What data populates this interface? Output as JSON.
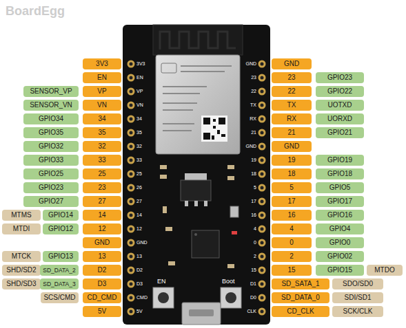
{
  "diagram": {
    "nodes": [
      {
        "text": [
          "3V3"
        ]
      },
      {
        "text": [
          "GND"
        ]
      },
      {
        "text": [
          "EN"
        ]
      },
      {
        "text": [
          "23"
        ]
      },
      {
        "text": [
          "GPIO23"
        ]
      },
      {
        "text": [
          "SENSOR_VP"
        ]
      },
      {
        "text": [
          "VP"
        ]
      },
      {
        "text": [
          "22"
        ]
      },
      {
        "text": [
          "GPIO22"
        ]
      },
      {
        "text": [
          "SENSOR_VN"
        ]
      },
      {
        "text": [
          "VN"
        ]
      },
      {
        "text": [
          "TX"
        ]
      },
      {
        "text": [
          "UOTXD"
        ]
      },
      {
        "text": [
          "GPIO34"
        ]
      },
      {
        "text": [
          "34"
        ]
      },
      {
        "text": [
          "RX"
        ]
      },
      {
        "text": [
          "UORXD"
        ]
      },
      {
        "text": [
          "GPIO35"
        ]
      },
      {
        "text": [
          "35"
        ]
      },
      {
        "text": [
          "21"
        ]
      },
      {
        "text": [
          "GPIO21"
        ]
      },
      {
        "text": [
          "GPIO32"
        ]
      },
      {
        "text": [
          "32"
        ]
      },
      {
        "text": [
          "GND"
        ]
      },
      {
        "text": [
          "GPIO33"
        ]
      },
      {
        "text": [
          "33"
        ]
      },
      {
        "text": [
          "19"
        ]
      },
      {
        "text": [
          "GPIO19"
        ]
      },
      {
        "text": [
          "GPIO25"
        ]
      },
      {
        "text": [
          "25"
        ]
      },
      {
        "text": [
          "18"
        ]
      },
      {
        "text": [
          "GPIO18"
        ]
      },
      {
        "text": [
          "GPIO23"
        ]
      },
      {
        "text": [
          "23"
        ]
      },
      {
        "text": [
          "5"
        ]
      },
      {
        "text": [
          "GPIO5"
        ]
      },
      {
        "text": [
          "GPIO27"
        ]
      },
      {
        "text": [
          "27"
        ]
      },
      {
        "text": [
          "17"
        ]
      },
      {
        "text": [
          "GPIO17"
        ]
      },
      {
        "text": [
          "MTMS"
        ]
      },
      {
        "text": [
          "GPIO14"
        ]
      },
      {
        "text": [
          "14"
        ]
      },
      {
        "text": [
          "16"
        ]
      },
      {
        "text": [
          "GPIO16"
        ]
      },
      {
        "text": [
          "MTDI"
        ]
      },
      {
        "text": [
          "GPIO12"
        ]
      },
      {
        "text": [
          "12"
        ]
      },
      {
        "text": [
          "4"
        ]
      },
      {
        "text": [
          "GPIO4"
        ]
      },
      {
        "text": [
          "GND"
        ]
      },
      {
        "text": [
          "0"
        ]
      },
      {
        "text": [
          "GPIO0"
        ]
      },
      {
        "text": [
          "MTCK"
        ]
      },
      {
        "text": [
          "GPIO13"
        ]
      },
      {
        "text": [
          "13"
        ]
      },
      {
        "text": [
          "2"
        ]
      },
      {
        "text": [
          "GPIO02"
        ]
      },
      {
        "text": [
          "SHD/SD2"
        ]
      },
      {
        "text": [
          "SD_DATA_2"
        ]
      },
      {
        "text": [
          "D2"
        ]
      },
      {
        "text": [
          "15"
        ]
      },
      {
        "text": [
          "GPIO15"
        ]
      },
      {
        "text": [
          "MTDO"
        ]
      },
      {
        "text": [
          "SHD/SD3"
        ]
      },
      {
        "text": [
          "SD_DATA_3"
        ]
      },
      {
        "text": [
          "D3"
        ]
      },
      {
        "text": [
          "SD_SATA_1"
        ]
      },
      {
        "text": [
          "SDO/SD0"
        ]
      },
      {
        "text": [
          "SCS/CMD"
        ]
      },
      {
        "text": [
          "CD_CMD"
        ]
      },
      {
        "text": [
          "SD_DATA_0"
        ]
      },
      {
        "text": [
          "SDI/SD1"
        ]
      },
      {
        "text": [
          "5V"
        ]
      },
      {
        "text": [
          "CD_CLK"
        ]
      },
      {
        "text": [
          "SCK/CLK"
        ]
      }
    ],
    "labels": [
      "BoardEgg",
      "3V3",
      "EN",
      "VP",
      "VN",
      "34",
      "35",
      "32",
      "33",
      "25",
      "26",
      "27",
      "14",
      "12",
      "GND",
      "13",
      "D2",
      "D3",
      "CMD",
      "5V",
      "GND",
      "23",
      "22",
      "TX",
      "RX",
      "21",
      "GND",
      "19",
      "18",
      "5",
      "17",
      "16",
      "4",
      "0",
      "2",
      "15",
      "D1",
      "D0",
      "CLK",
      "EN",
      "Boot"
    ]
  }
}
